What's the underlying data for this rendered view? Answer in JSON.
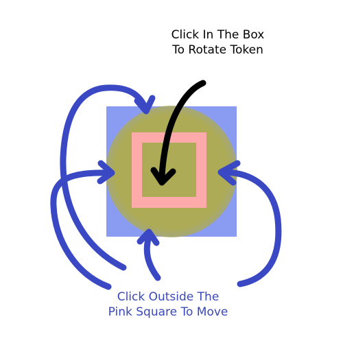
{
  "instructions": {
    "rotate": {
      "line1": "Click In The Box",
      "line2": "To Rotate Token",
      "color": "#000000"
    },
    "move": {
      "line1": "Click Outside The",
      "line2": "Pink Square To Move",
      "color": "#3a48b8"
    }
  },
  "token": {
    "background_color": "#8a9cf2",
    "circle_color": "#adab55",
    "inner_square_color": "#ffaaaa",
    "center_color": "#adab55"
  },
  "arrows": {
    "move_arrow_color": "#3a48c4",
    "rotate_arrow_color": "#000000",
    "icon": "curved-arrow-icon"
  }
}
